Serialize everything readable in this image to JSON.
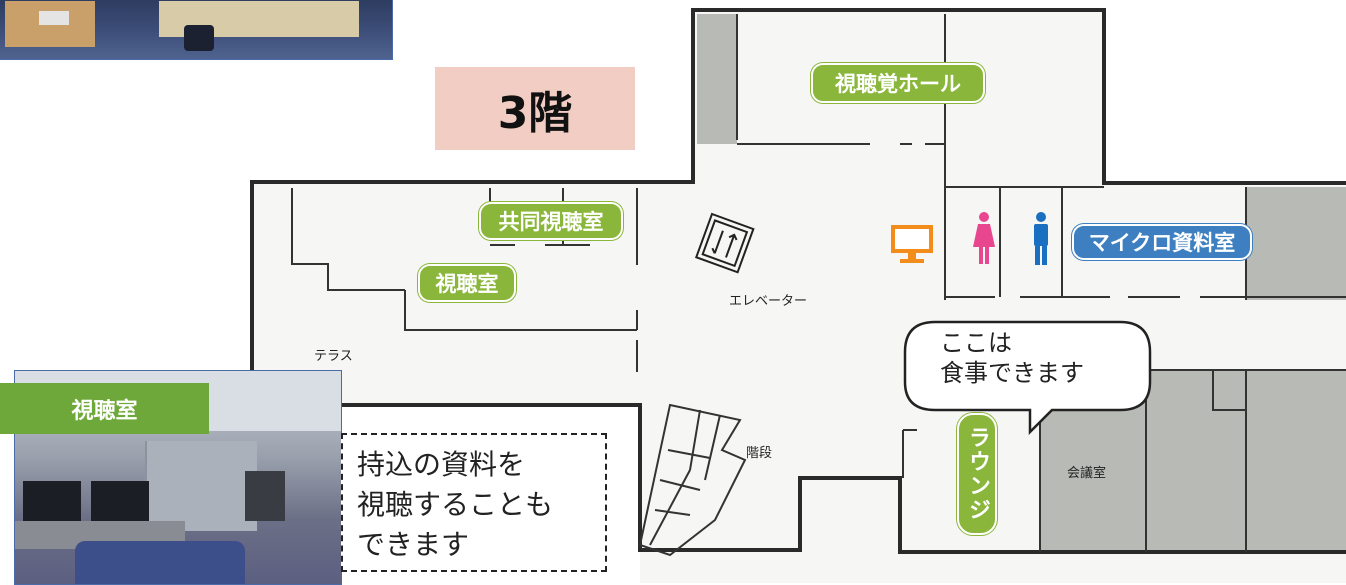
{
  "floor_label": "3階",
  "rooms": {
    "av_hall": "視聴覚ホール",
    "shared_av_room": "共同視聴室",
    "av_room": "視聴室",
    "microfilm_room": "マイクロ資料室",
    "lounge": "ラウンジ"
  },
  "labels": {
    "elevator": "エレベーター",
    "terrace": "テラス",
    "stairs": "階段",
    "meeting_room": "会議室"
  },
  "icons": [
    "elevator-icon",
    "monitor-icon",
    "female-restroom-icon",
    "male-restroom-icon"
  ],
  "speech_bubble": {
    "line1": "ここは",
    "line2": "食事できます"
  },
  "photo_caption": "視聴室",
  "note": {
    "line1": "持込の資料を",
    "line2": "視聴することも",
    "line3": "できます"
  },
  "colors": {
    "room_tag_green": "#8ab73b",
    "room_tag_blue": "#3d7fc0",
    "floor_badge_bg": "#f2cdc4",
    "monitor_orange": "#f28c1a",
    "female_pink": "#e8478f",
    "male_blue": "#1a6fc0",
    "gray_area": "#b8bab5"
  }
}
